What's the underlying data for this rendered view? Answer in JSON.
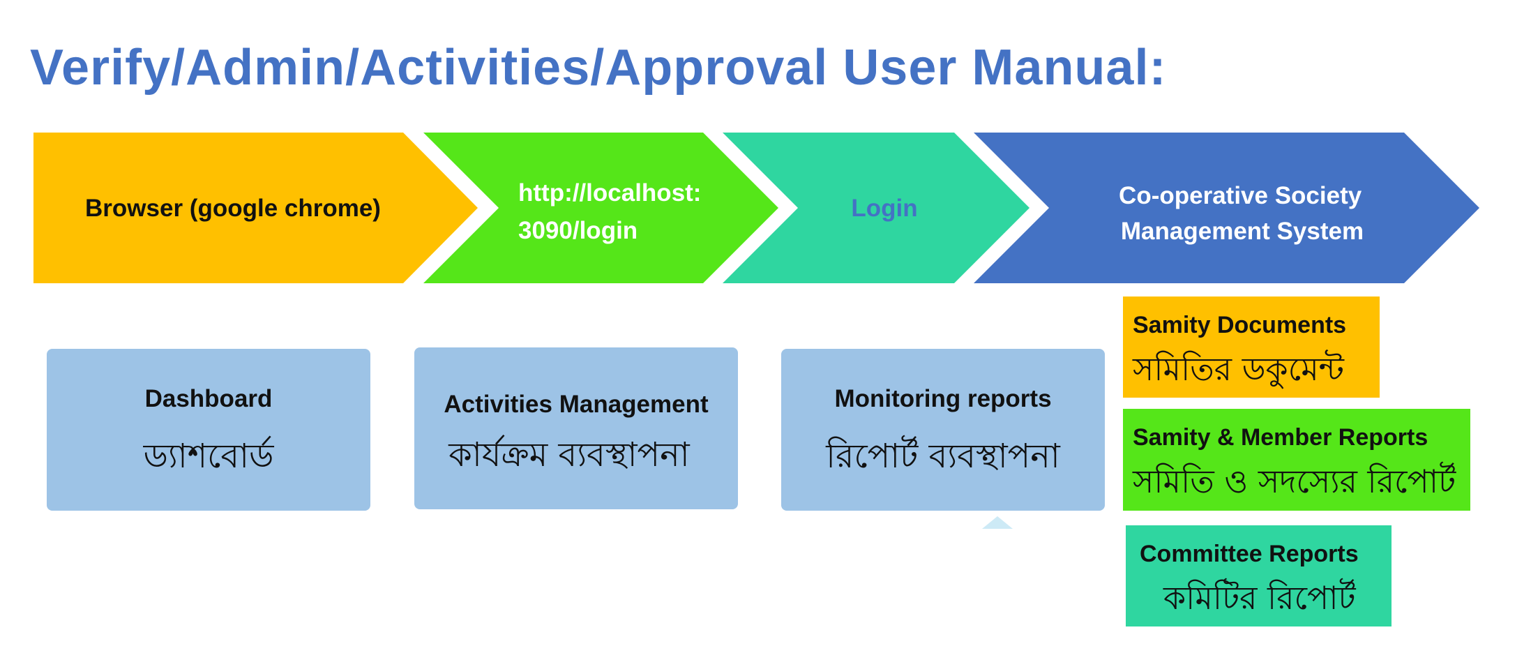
{
  "title": "Verify/Admin/Activities/Approval User Manual:",
  "flow_steps": [
    {
      "lines": [
        "Browser (google chrome)"
      ],
      "color": "#ffc000",
      "text_color": "#111111"
    },
    {
      "lines": [
        "http://localhost:",
        "3090/login"
      ],
      "color": "#55e619",
      "text_color": "#ffffff"
    },
    {
      "lines": [
        "Login"
      ],
      "color": "#2fd6a0",
      "text_color": "#4472c4"
    },
    {
      "lines": [
        "Co-operative Society",
        "Management System"
      ],
      "color": "#4472c4",
      "text_color": "#ffffff"
    }
  ],
  "modules": [
    {
      "en": "Dashboard",
      "bn": "ড্যাশবোর্ড"
    },
    {
      "en": "Activities Management",
      "bn": "কার্যক্রম ব্যবস্থাপনা"
    },
    {
      "en": "Monitoring reports",
      "bn": "রিপোর্ট ব্যবস্থাপনা"
    }
  ],
  "reports": [
    {
      "en": "Samity Documents",
      "bn": "সমিতির ডকুমেন্ট",
      "color": "#ffc000"
    },
    {
      "en": "Samity & Member Reports",
      "bn": "সমিতি ও সদস্যের রিপোর্ট",
      "color": "#55e619"
    },
    {
      "en": "Committee Reports",
      "bn": "কমিটির রিপোর্ট",
      "color": "#2fd6a0"
    }
  ]
}
